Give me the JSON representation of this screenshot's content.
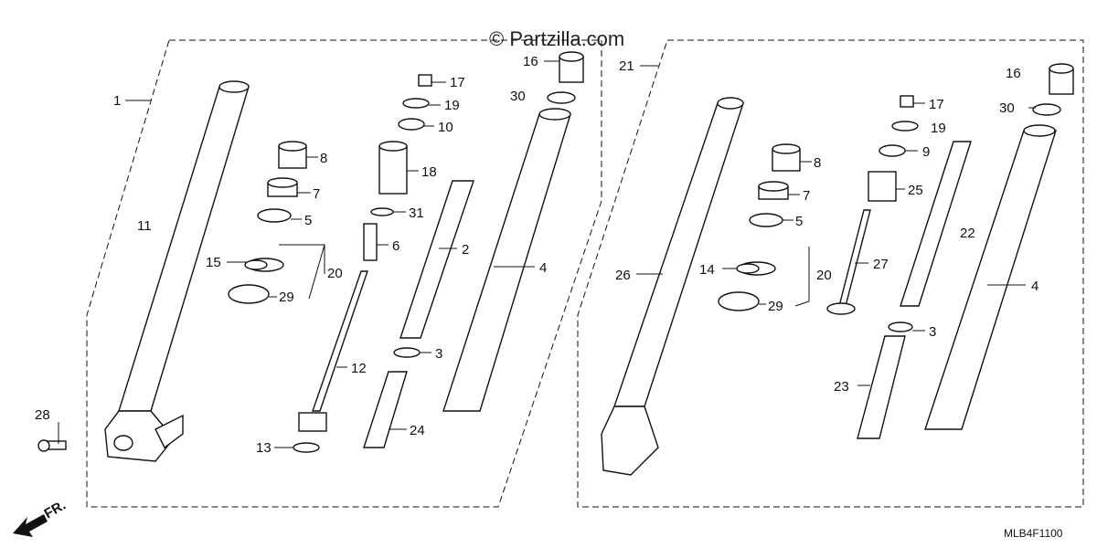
{
  "watermark": "© Partzilla.com",
  "diagram_code": "MLB4F1100",
  "direction_label": "FR.",
  "labels": [
    {
      "key": "l1",
      "text": "1"
    },
    {
      "key": "l11",
      "text": "11"
    },
    {
      "key": "l8a",
      "text": "8"
    },
    {
      "key": "l7a",
      "text": "7"
    },
    {
      "key": "l5a",
      "text": "5"
    },
    {
      "key": "l15",
      "text": "15"
    },
    {
      "key": "l20a",
      "text": "20"
    },
    {
      "key": "l29a",
      "text": "29"
    },
    {
      "key": "l28",
      "text": "28"
    },
    {
      "key": "l17a",
      "text": "17"
    },
    {
      "key": "l19a",
      "text": "19"
    },
    {
      "key": "l10",
      "text": "10"
    },
    {
      "key": "l18",
      "text": "18"
    },
    {
      "key": "l31",
      "text": "31"
    },
    {
      "key": "l6",
      "text": "6"
    },
    {
      "key": "l2",
      "text": "2"
    },
    {
      "key": "l3a",
      "text": "3"
    },
    {
      "key": "l12",
      "text": "12"
    },
    {
      "key": "l13",
      "text": "13"
    },
    {
      "key": "l24",
      "text": "24"
    },
    {
      "key": "l16a",
      "text": "16"
    },
    {
      "key": "l30a",
      "text": "30"
    },
    {
      "key": "l4a",
      "text": "4"
    },
    {
      "key": "l21",
      "text": "21"
    },
    {
      "key": "l26",
      "text": "26"
    },
    {
      "key": "l8b",
      "text": "8"
    },
    {
      "key": "l7b",
      "text": "7"
    },
    {
      "key": "l5b",
      "text": "5"
    },
    {
      "key": "l14",
      "text": "14"
    },
    {
      "key": "l29b",
      "text": "29"
    },
    {
      "key": "l20b",
      "text": "20"
    },
    {
      "key": "l17b",
      "text": "17"
    },
    {
      "key": "l19b",
      "text": "19"
    },
    {
      "key": "l9",
      "text": "9"
    },
    {
      "key": "l25",
      "text": "25"
    },
    {
      "key": "l27",
      "text": "27"
    },
    {
      "key": "l3b",
      "text": "3"
    },
    {
      "key": "l23",
      "text": "23"
    },
    {
      "key": "l16b",
      "text": "16"
    },
    {
      "key": "l30b",
      "text": "30"
    },
    {
      "key": "l22",
      "text": "22"
    },
    {
      "key": "l4b",
      "text": "4"
    }
  ]
}
